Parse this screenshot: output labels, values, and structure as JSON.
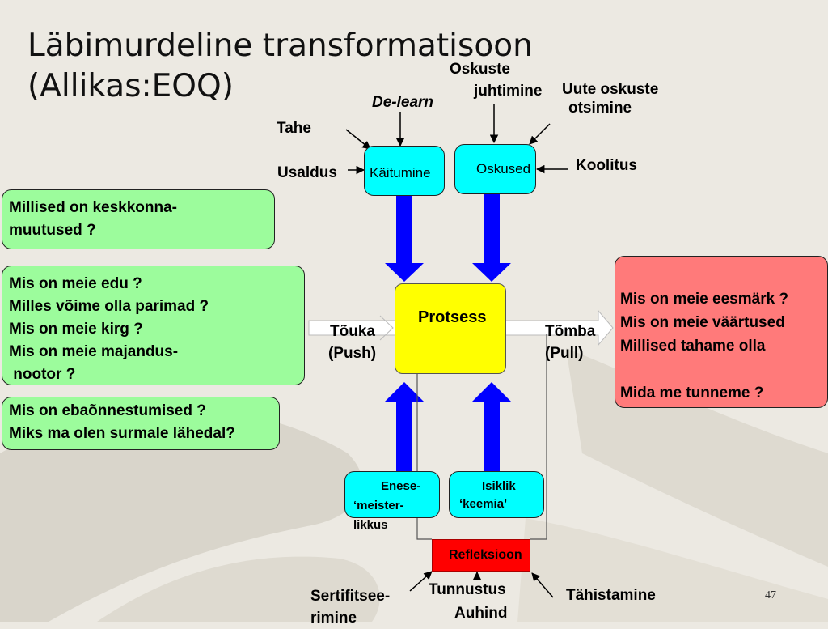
{
  "title": {
    "line1": "Läbimurdeline transformatisoon",
    "line2": "(Allikas:EOQ)"
  },
  "top_labels": {
    "oskuste_line1": "Oskuste",
    "oskuste_line2": "juhtimine",
    "uute_line1": "Uute oskuste",
    "uute_line2": "otsimine",
    "delearn": "De-learn",
    "tahe": "Tahe",
    "usaldus": "Usaldus",
    "koolitus": "Koolitus"
  },
  "boxes": {
    "kaitumine": "Käitumine",
    "oskused": "Oskused",
    "protsess": "Protsess",
    "enese": [
      "Enese-",
      "‘meister-",
      "likkus"
    ],
    "isiklik": [
      "Isiklik",
      "‘keemia’"
    ],
    "refleksioon": "Refleksioon"
  },
  "green_boxes": {
    "box1": [
      "Millised on keskkonna-",
      "muutused ?"
    ],
    "box2": [
      "Mis on meie edu ?",
      "Milles võime olla parimad ?",
      "Mis on meie kirg ?",
      "Mis on meie majandus-",
      " nootor ?"
    ],
    "box3": [
      "Mis on ebaõnnestumised ?",
      "Miks ma olen surmale lähedal?"
    ]
  },
  "red_box": [
    "Mis on meie eesmärk ?",
    "Mis on meie väärtused",
    "Millised tahame olla",
    "",
    "Mida me tunneme ?"
  ],
  "flow": {
    "touka_line1": "Tõuka",
    "touka_line2": "(Push)",
    "tomba_line1": "Tõmba",
    "tomba_line2": "(Pull)"
  },
  "bottom_labels": {
    "sert_line1": "Sertifitsee-",
    "sert_line2": "rimine",
    "tunn_line1": "Tunnustus",
    "tunn_line2": "Auhind",
    "tahistamine": "Tähistamine"
  },
  "page_number": "47",
  "colors": {
    "background": "#ece9e2",
    "green_box": "#9cfc9c",
    "cyan_box": "#00ffff",
    "process_box": "#ffff00",
    "red_box": "#ff7a7a",
    "refleksioon_box": "#ff0000",
    "thick_arrows": "#0000ff"
  }
}
